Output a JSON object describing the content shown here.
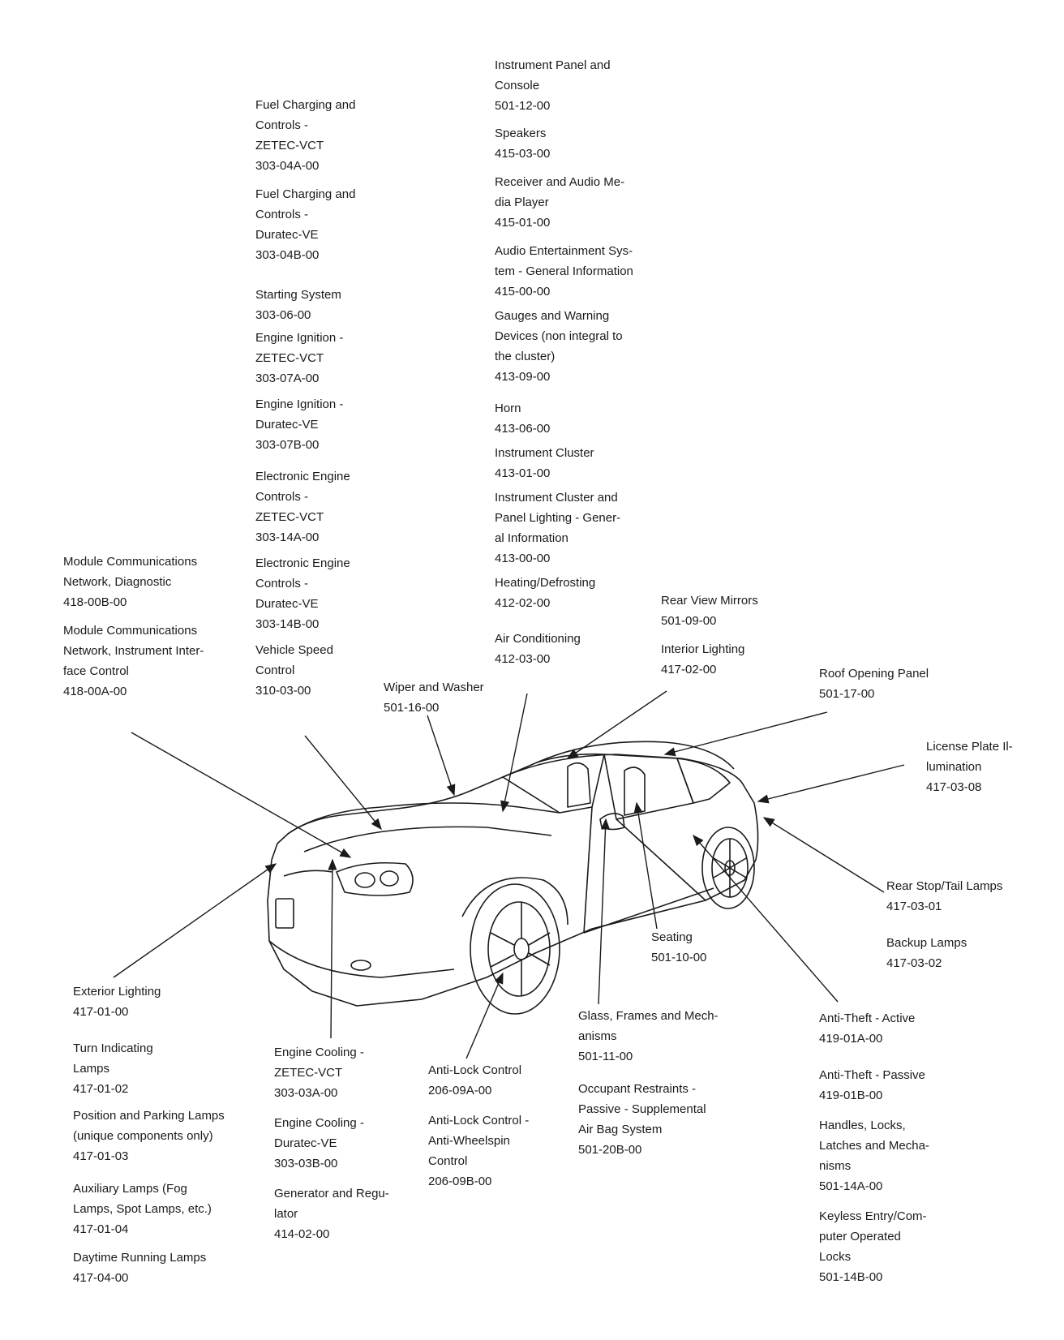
{
  "callouts": {
    "instrument_panel": [
      "Instrument Panel and",
      "Console",
      "501-12-00"
    ],
    "speakers": [
      "Speakers",
      "415-03-00"
    ],
    "receiver_audio": [
      "Receiver and Audio Me-",
      "dia Player",
      "415-01-00"
    ],
    "audio_entertainment": [
      "Audio Entertainment Sys-",
      "tem - General Information",
      "415-00-00"
    ],
    "gauges_warning": [
      "Gauges and Warning",
      "Devices (non integral to",
      "the cluster)",
      "413-09-00"
    ],
    "horn": [
      "Horn",
      "413-06-00"
    ],
    "instrument_cluster": [
      "Instrument Cluster",
      "413-01-00"
    ],
    "cluster_panel_lighting": [
      "Instrument Cluster and",
      "Panel Lighting - Gener-",
      "al Information",
      "413-00-00"
    ],
    "heating_defrosting": [
      "Heating/Defrosting",
      "412-02-00"
    ],
    "air_conditioning": [
      "Air Conditioning",
      "412-03-00"
    ],
    "fuel_zetec": [
      "Fuel Charging and",
      "Controls -",
      "ZETEC-VCT",
      "303-04A-00"
    ],
    "fuel_duratec": [
      "Fuel Charging and",
      "Controls -",
      "Duratec-VE",
      "303-04B-00"
    ],
    "starting_system": [
      "Starting System",
      "303-06-00"
    ],
    "ignition_zetec": [
      "Engine Ignition -",
      "ZETEC-VCT",
      "303-07A-00"
    ],
    "ignition_duratec": [
      "Engine Ignition -",
      "Duratec-VE",
      "303-07B-00"
    ],
    "eec_zetec": [
      "Electronic Engine",
      "Controls -",
      "ZETEC-VCT",
      "303-14A-00"
    ],
    "eec_duratec": [
      "Electronic Engine",
      "Controls -",
      "Duratec-VE",
      "303-14B-00"
    ],
    "speed_control": [
      "Vehicle Speed",
      "Control",
      "310-03-00"
    ],
    "wiper_washer": [
      "Wiper and Washer",
      "501-16-00"
    ],
    "rear_view_mirrors": [
      "Rear View Mirrors",
      "501-09-00"
    ],
    "interior_lighting": [
      "Interior Lighting",
      "417-02-00"
    ],
    "roof_opening": [
      "Roof Opening Panel",
      "501-17-00"
    ],
    "module_diag": [
      "Module Communications",
      "Network, Diagnostic",
      "418-00B-00"
    ],
    "module_instrument": [
      "Module Communications",
      "Network, Instrument Inter-",
      "face Control",
      "418-00A-00"
    ],
    "license_plate": [
      "License Plate Il-",
      "lumination",
      "417-03-08"
    ],
    "stop_tail": [
      "Rear Stop/Tail Lamps",
      "417-03-01"
    ],
    "backup_lamps": [
      "Backup Lamps",
      "417-03-02"
    ],
    "seating": [
      "Seating",
      "501-10-00"
    ],
    "exterior_lighting": [
      "Exterior Lighting",
      "417-01-00"
    ],
    "turn_indicating": [
      "Turn Indicating",
      "Lamps",
      "417-01-02"
    ],
    "position_parking": [
      "Position and Parking Lamps",
      "(unique components only)",
      "417-01-03"
    ],
    "auxiliary_lamps": [
      "Auxiliary Lamps (Fog",
      "Lamps, Spot Lamps, etc.)",
      "417-01-04"
    ],
    "daytime_running": [
      "Daytime Running Lamps",
      "417-04-00"
    ],
    "cooling_zetec": [
      "Engine Cooling -",
      "ZETEC-VCT",
      "303-03A-00"
    ],
    "cooling_duratec": [
      "Engine Cooling -",
      "Duratec-VE",
      "303-03B-00"
    ],
    "generator": [
      "Generator and Regu-",
      "lator",
      "414-02-00"
    ],
    "abs": [
      "Anti-Lock Control",
      "206-09A-00"
    ],
    "abs_wheelspin": [
      "Anti-Lock Control -",
      "Anti-Wheelspin",
      "Control",
      "206-09B-00"
    ],
    "glass_frames": [
      "Glass, Frames and Mech-",
      "anisms",
      "501-11-00"
    ],
    "occupant_restraints": [
      "Occupant Restraints -",
      "Passive - Supplemental",
      "Air Bag System",
      "501-20B-00"
    ],
    "antitheft_active": [
      "Anti-Theft - Active",
      "419-01A-00"
    ],
    "antitheft_passive": [
      "Anti-Theft - Passive",
      "419-01B-00"
    ],
    "handles_locks": [
      "Handles, Locks,",
      "Latches and Mecha-",
      "nisms",
      "501-14A-00"
    ],
    "keyless_entry": [
      "Keyless Entry/Com-",
      "puter Operated",
      "Locks",
      "501-14B-00"
    ]
  }
}
